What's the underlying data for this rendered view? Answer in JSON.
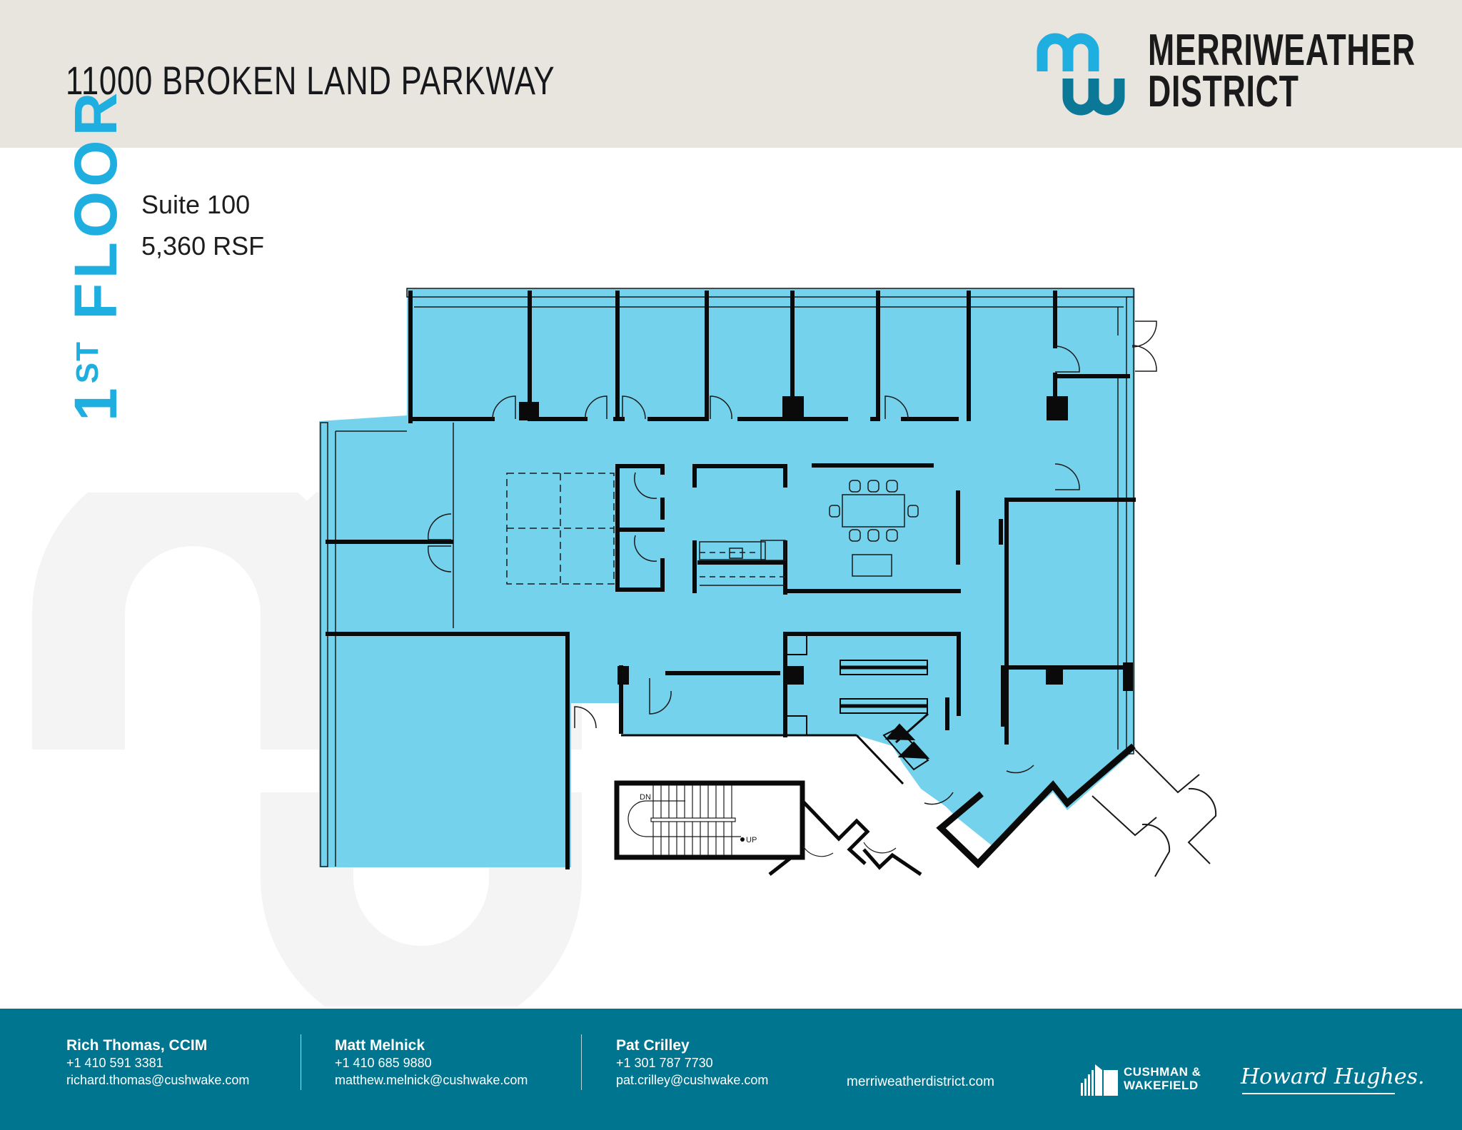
{
  "header": {
    "address": "11000 BROKEN LAND PARKWAY",
    "logo": {
      "name_line1": "MERRIWEATHER",
      "name_line2": "DISTRICT",
      "icon": "mw-monogram-icon",
      "colors": {
        "top": "#1eaee0",
        "bottom": "#0a7896"
      }
    }
  },
  "floor": {
    "level": "1",
    "level_suffix": "ST",
    "label": "FLOOR",
    "suite": "Suite 100",
    "area": "5,360 RSF"
  },
  "floor_plan": {
    "highlight_color": "#6fd1ec",
    "stair_labels": {
      "down": "DN",
      "up": "UP"
    }
  },
  "footer": {
    "background": "#00758f",
    "contacts": [
      {
        "name": "Rich Thomas, CCIM",
        "phone": "+1 410 591 3381",
        "email": "richard.thomas@cushwake.com"
      },
      {
        "name": "Matt Melnick",
        "phone": "+1 410 685 9880",
        "email": "matthew.melnick@cushwake.com"
      },
      {
        "name": "Pat Crilley",
        "phone": "+1 301 787 7730",
        "email": "pat.crilley@cushwake.com"
      }
    ],
    "website": "merriweatherdistrict.com",
    "partner1": {
      "line1": "CUSHMAN &",
      "line2": "WAKEFIELD",
      "icon": "cushman-wakefield-building-icon"
    },
    "partner2": {
      "text": "Howard Hughes.",
      "icon": "howard-hughes-signature-logo"
    }
  }
}
